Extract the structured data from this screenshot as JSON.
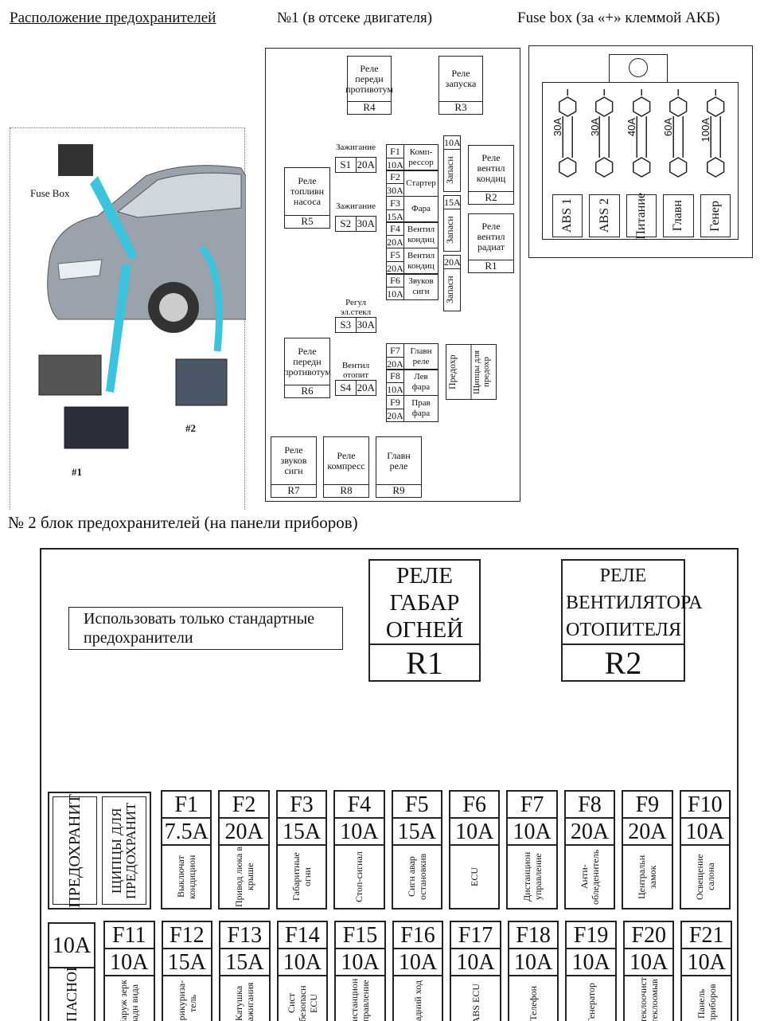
{
  "headers": {
    "location": "Расположение предохранителей",
    "box1": "№1  (в отсеке двигателя)",
    "fusebox": "Fuse box (за «+» клеммой АКБ)",
    "box2": "№ 2 блок предохранителей (на панели приборов)"
  },
  "photo": {
    "fuse_box_label": "Fuse Box",
    "label_1": "#1",
    "label_2": "#2"
  },
  "box1": {
    "relays": [
      {
        "name": "Реле передн противотум",
        "code": "R4"
      },
      {
        "name": "Реле запуска",
        "code": "R3"
      },
      {
        "name": "Реле топливн насоса",
        "code": "R5"
      },
      {
        "name": "Реле вентил кондиц",
        "code": "R2"
      },
      {
        "name": "Реле вентил радиат",
        "code": "R1"
      },
      {
        "name": "Реле передн противотум",
        "code": "R6"
      },
      {
        "name": "Реле звуков сигн",
        "code": "R7"
      },
      {
        "name": "Реле компресс",
        "code": "R8"
      },
      {
        "name": "Главн реле",
        "code": "R9"
      }
    ],
    "switches": [
      {
        "name": "Зажигание",
        "code": "S1",
        "amp": "20A"
      },
      {
        "name": "Зажигание",
        "code": "S2",
        "amp": "30A"
      },
      {
        "name": "Регул эл.стекл",
        "code": "S3",
        "amp": "30A"
      },
      {
        "name": "Вентил отопит",
        "code": "S4",
        "amp": "20A"
      }
    ],
    "fuses_top": [
      {
        "code": "F1",
        "amp": "10A",
        "desc": "Комп-рессор"
      },
      {
        "code": "F2",
        "amp": "30A",
        "desc": "Стартер"
      },
      {
        "code": "F3",
        "amp": "15A",
        "desc": "Фара"
      },
      {
        "code": "F4",
        "amp": "20A",
        "desc": "Вентил кондиц"
      },
      {
        "code": "F5",
        "amp": "20A",
        "desc": "Вентил кондиц"
      },
      {
        "code": "F6",
        "amp": "10A",
        "desc": "Звуков сигн"
      }
    ],
    "fuses_bottom": [
      {
        "code": "F7",
        "amp": "20A",
        "desc": "Главн реле"
      },
      {
        "code": "F8",
        "amp": "10A",
        "desc": "Лев фара"
      },
      {
        "code": "F9",
        "amp": "20A",
        "desc": "Прав фара"
      }
    ],
    "spares": [
      {
        "amp": "10A",
        "label": "Запасн"
      },
      {
        "amp": "15A",
        "label": "Запасн"
      },
      {
        "amp": "20A",
        "label": "Запасн"
      }
    ],
    "predohr": "Предохр",
    "tongs": "Щипцы для предохр"
  },
  "fusebox": {
    "amps": [
      "30A",
      "30A",
      "40A",
      "60A",
      "100A"
    ],
    "labels": [
      "ABS 1",
      "ABS 2",
      "Питание",
      "Главн",
      "Генер"
    ]
  },
  "box2": {
    "notice": "Использовать только стандартные предохранители",
    "relay1": {
      "name": "РЕЛЕ ГАБАР ОГНЕЙ",
      "code": "R1"
    },
    "relay2": {
      "name": "РЕЛЕ ВЕНТИЛЯТОРА ОТОПИТЕЛЯ",
      "code": "R2"
    },
    "predohr": "ПРЕДОХРАНИТ",
    "tongs": "ЩИПЦЫ ДЛЯ ПРЕДОХРАНИТ",
    "spare": {
      "amp": "10A",
      "label": "ЗАПАСНОЙ"
    },
    "row1": [
      {
        "code": "F1",
        "amp": "7.5A",
        "desc": "Выключат кондицион"
      },
      {
        "code": "F2",
        "amp": "20A",
        "desc": "Привод люка в крыше"
      },
      {
        "code": "F3",
        "amp": "15A",
        "desc": "Габаритные огни"
      },
      {
        "code": "F4",
        "amp": "10A",
        "desc": "Стоп-сигнал"
      },
      {
        "code": "F5",
        "amp": "15A",
        "desc": "Сигн авар остановкив"
      },
      {
        "code": "F6",
        "amp": "10A",
        "desc": "ECU"
      },
      {
        "code": "F7",
        "amp": "10A",
        "desc": "Дистанцион управление"
      },
      {
        "code": "F8",
        "amp": "20A",
        "desc": "Анти-обледенитель"
      },
      {
        "code": "F9",
        "amp": "20A",
        "desc": "Центральн замок"
      },
      {
        "code": "F10",
        "amp": "10A",
        "desc": "Освещение салона"
      }
    ],
    "row2": [
      {
        "code": "F11",
        "amp": "10A",
        "desc": "Наруж зерк задн вида"
      },
      {
        "code": "F12",
        "amp": "15A",
        "desc": "Прикуриза-тель"
      },
      {
        "code": "F13",
        "amp": "15A",
        "desc": "Катушка зажигания"
      },
      {
        "code": "F14",
        "amp": "10A",
        "desc": "Сист безопасн ECU"
      },
      {
        "code": "F15",
        "amp": "10A",
        "desc": "Дистанцион управление"
      },
      {
        "code": "F16",
        "amp": "10A",
        "desc": "Задний ход"
      },
      {
        "code": "F17",
        "amp": "10A",
        "desc": "ABS ECU"
      },
      {
        "code": "F18",
        "amp": "10A",
        "desc": "Телефон"
      },
      {
        "code": "F19",
        "amp": "10A",
        "desc": "Генератор"
      },
      {
        "code": "F20",
        "amp": "10A",
        "desc": "Стеклоочист стеклоомыв"
      },
      {
        "code": "F21",
        "amp": "10A",
        "desc": "Панель приборов"
      }
    ]
  },
  "colors": {
    "line": "#222222",
    "car": "#9aa3ab",
    "arrow": "#3cc3dd"
  }
}
